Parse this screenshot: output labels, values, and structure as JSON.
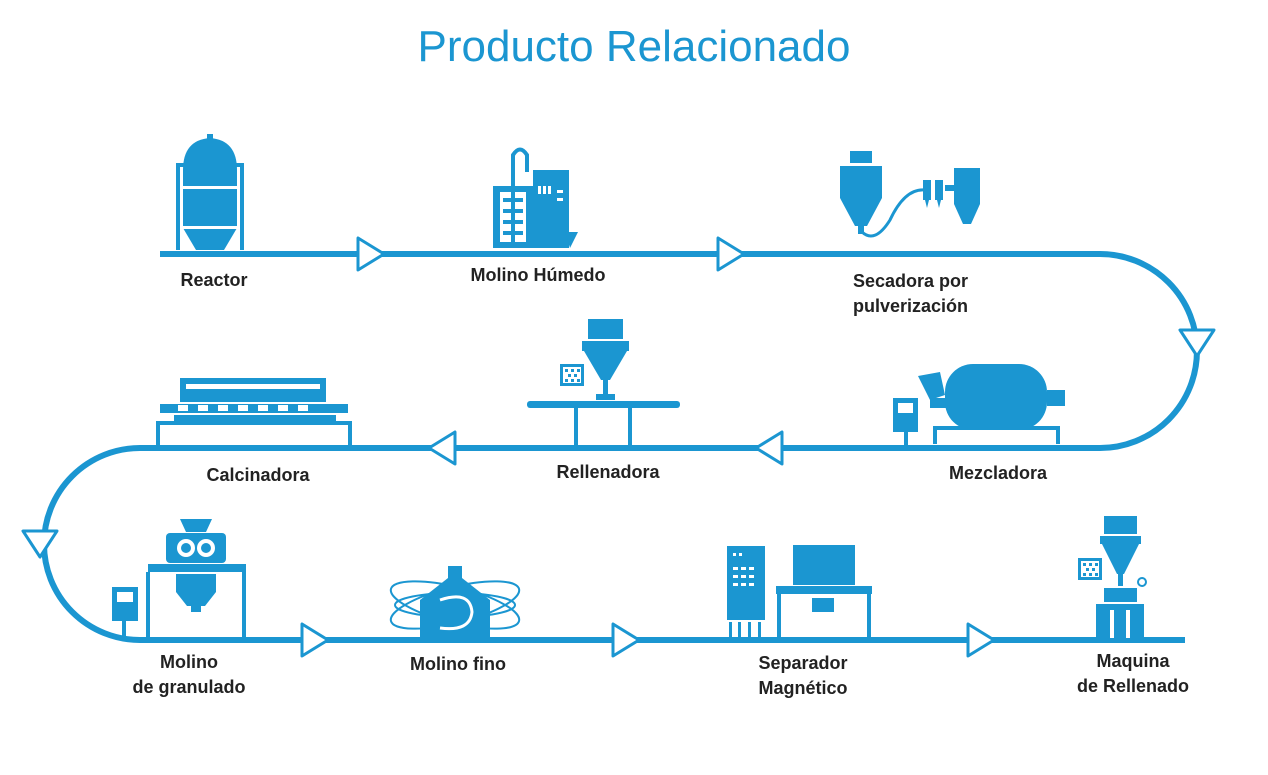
{
  "title": "Producto Relacionado",
  "colors": {
    "accent": "#1b96d1",
    "text": "#222222",
    "background": "#ffffff"
  },
  "stages": [
    {
      "label": "Reactor",
      "icon": "reactor-icon"
    },
    {
      "label": "Molino Húmedo",
      "icon": "wet-mill-icon"
    },
    {
      "label": "Secadora por pulverización",
      "line1": "Secadora por",
      "line2": "pulverización",
      "icon": "spray-dryer-icon"
    },
    {
      "label": "Mezcladora",
      "icon": "mixer-icon"
    },
    {
      "label": "Rellenadora",
      "icon": "filler-icon"
    },
    {
      "label": "Calcinadora",
      "icon": "calciner-icon"
    },
    {
      "label": "Molino de granulado",
      "line1": "Molino",
      "line2": "de granulado",
      "icon": "granulating-mill-icon"
    },
    {
      "label": "Molino fino",
      "icon": "fine-mill-icon"
    },
    {
      "label": "Separador Magnético",
      "line1": "Separador",
      "line2": "Magnético",
      "icon": "magnetic-separator-icon"
    },
    {
      "label": "Maquina de Rellenado",
      "line1": "Maquina",
      "line2": "de Rellenado",
      "icon": "filling-machine-icon"
    }
  ]
}
